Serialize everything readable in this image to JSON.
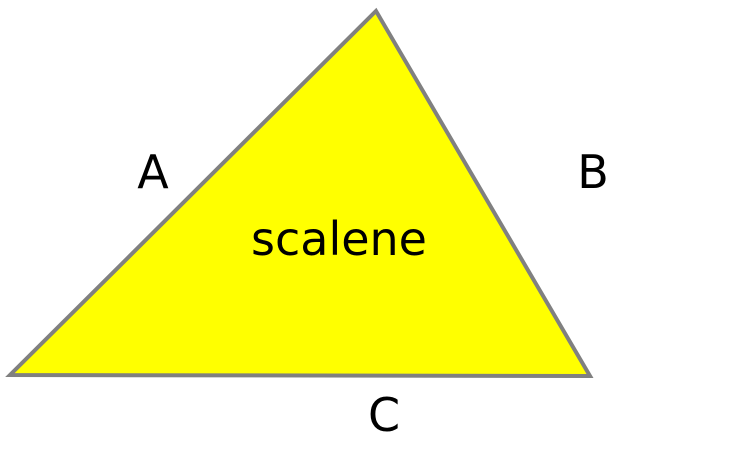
{
  "diagram": {
    "center_label": "scalene",
    "sides": [
      {
        "id": "A",
        "label": "A"
      },
      {
        "id": "B",
        "label": "B"
      },
      {
        "id": "C",
        "label": "C"
      }
    ],
    "colors": {
      "fill": "#ffff00",
      "stroke": "#808080",
      "text": "#000000"
    }
  }
}
